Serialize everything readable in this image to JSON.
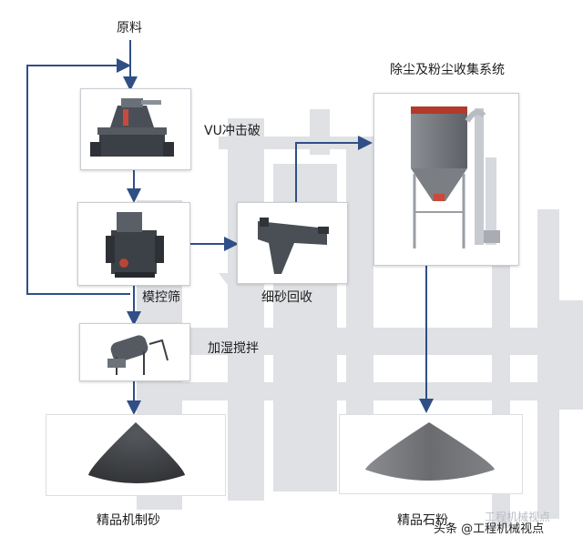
{
  "labels": {
    "raw_material": "原料",
    "vu_crusher": "VU冲击破",
    "screen": "模控筛",
    "fine_sand_recovery": "细砂回收",
    "humidify_mix": "加湿搅拌",
    "dust_collection": "除尘及粉尘收集系统",
    "fine_machine_sand": "精品机制砂",
    "fine_stone_powder": "精品石粉"
  },
  "watermark": {
    "text": "头条 @工程机械视点",
    "faint_text": "工程机械视点"
  },
  "colors": {
    "arrow": "#2f4f86",
    "background_machine": "#d9dbdf",
    "sand_pile": "#3e4043",
    "powder_pile": "#6f7175"
  }
}
